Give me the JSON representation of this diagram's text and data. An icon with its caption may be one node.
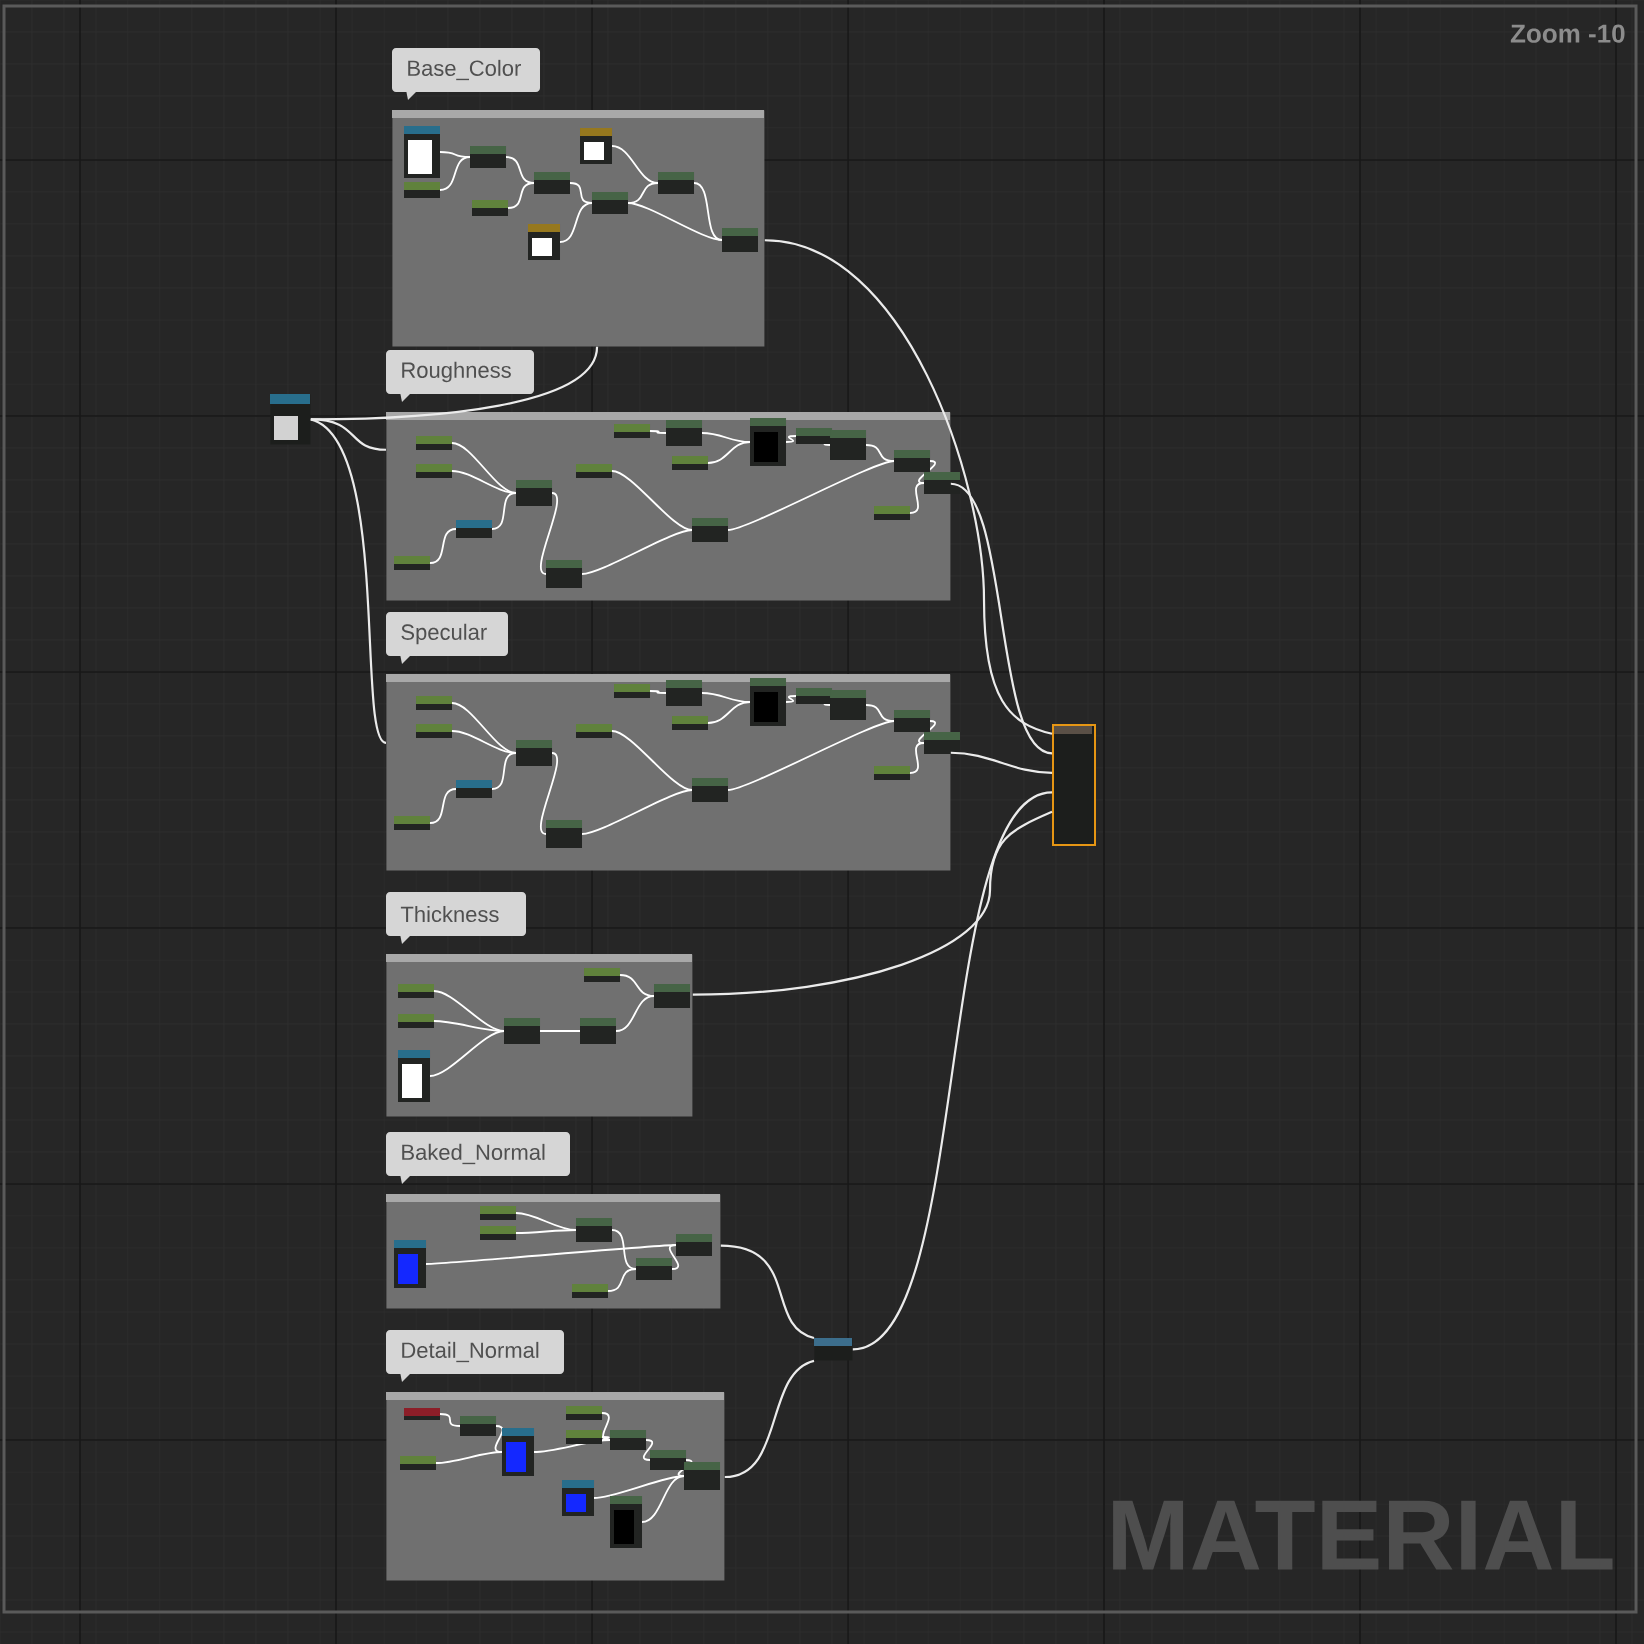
{
  "diagram": {
    "nodes": [
      {
        "text": [
          "Base_Color"
        ]
      },
      {
        "text": [
          "Roughness"
        ]
      },
      {
        "text": [
          "Specular"
        ]
      },
      {
        "text": [
          "Thickness"
        ]
      },
      {
        "text": [
          "Baked_Normal"
        ]
      },
      {
        "text": [
          "Detail_Normal"
        ]
      },
      {
        "text": [],
        "shape": "box"
      },
      {
        "text": [],
        "shape": "box"
      },
      {
        "text": [],
        "shape": "box"
      }
    ],
    "edges": [
      {
        "from": 6,
        "to": 0,
        "arrow": "none"
      },
      {
        "from": 6,
        "to": 1,
        "arrow": "none"
      },
      {
        "from": 6,
        "to": 2,
        "arrow": "none"
      },
      {
        "from": 0,
        "to": 7,
        "arrow": "none"
      },
      {
        "from": 1,
        "to": 7,
        "arrow": "none"
      },
      {
        "from": 2,
        "to": 7,
        "arrow": "none"
      },
      {
        "from": 3,
        "to": 7,
        "arrow": "none"
      },
      {
        "from": 4,
        "to": 8,
        "arrow": "none"
      },
      {
        "from": 5,
        "to": 8,
        "arrow": "none"
      },
      {
        "from": 8,
        "to": 7,
        "arrow": "none"
      }
    ],
    "labels": [
      "Zoom -10",
      "MATERIAL"
    ]
  }
}
